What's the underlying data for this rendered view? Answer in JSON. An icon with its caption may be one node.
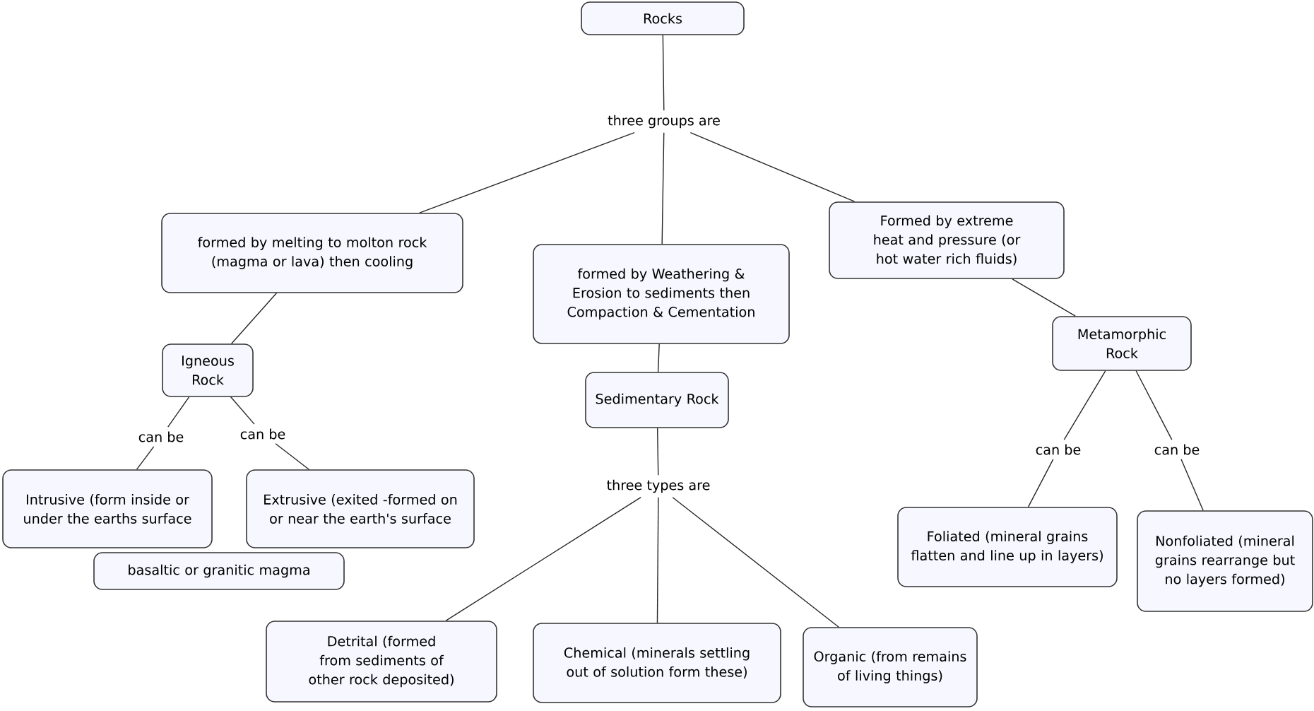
{
  "diagram": {
    "nodes": [
      {
        "text": [
          "Rocks"
        ]
      },
      {
        "text": [
          "three groups are"
        ]
      },
      {
        "text": [
          "formed by melting to molton rock (magma or lava) then cooling"
        ]
      },
      {
        "text": [
          "formed by Weathering & Erosion to sediments then Compaction & Cementation"
        ]
      },
      {
        "text": [
          "Formed by extreme heat and pressure (or hot water rich fluids)"
        ]
      },
      {
        "text": [
          "Igneous Rock"
        ]
      },
      {
        "text": [
          "Sedimentary Rock"
        ]
      },
      {
        "text": [
          "Metamorphic Rock"
        ]
      },
      {
        "text": [
          "can be"
        ]
      },
      {
        "text": [
          "can be"
        ]
      },
      {
        "text": [
          "Intrusive (form inside or under the earths surface"
        ]
      },
      {
        "text": [
          "Extrusive (exited -formed on or near the earth's surface"
        ]
      },
      {
        "text": [
          "basaltic or granitic magma"
        ]
      },
      {
        "text": [
          "three types are"
        ]
      },
      {
        "text": [
          "can be"
        ]
      },
      {
        "text": [
          "can be"
        ]
      },
      {
        "text": [
          "Detrital (formed from sediments of other rock deposited)"
        ]
      },
      {
        "text": [
          "Chemical (minerals settling out of solution form these)"
        ]
      },
      {
        "text": [
          "Organic (from remains of living things)"
        ]
      },
      {
        "text": [
          "Foliated (mineral grains flatten and line up in layers)"
        ]
      },
      {
        "text": [
          "Nonfoliated (mineral grains rearrange but no layers formed)"
        ]
      }
    ],
    "edges": [
      {
        "from": 0,
        "to": 1,
        "arrow": "none"
      },
      {
        "from": 1,
        "to": 2,
        "arrow": "none"
      },
      {
        "from": 1,
        "to": 3,
        "arrow": "none"
      },
      {
        "from": 1,
        "to": 4,
        "arrow": "none"
      },
      {
        "from": 2,
        "to": 5,
        "arrow": "none"
      },
      {
        "from": 3,
        "to": 6,
        "arrow": "none"
      },
      {
        "from": 4,
        "to": 7,
        "arrow": "none"
      },
      {
        "from": 5,
        "to": 8,
        "arrow": "none"
      },
      {
        "from": 5,
        "to": 9,
        "arrow": "none"
      },
      {
        "from": 8,
        "to": 10,
        "arrow": "none"
      },
      {
        "from": 9,
        "to": 11,
        "arrow": "none"
      },
      {
        "from": 6,
        "to": 13,
        "arrow": "none"
      },
      {
        "from": 13,
        "to": 16,
        "arrow": "none"
      },
      {
        "from": 13,
        "to": 17,
        "arrow": "none"
      },
      {
        "from": 13,
        "to": 18,
        "arrow": "none"
      },
      {
        "from": 7,
        "to": 14,
        "arrow": "none"
      },
      {
        "from": 7,
        "to": 15,
        "arrow": "none"
      },
      {
        "from": 14,
        "to": 19,
        "arrow": "none"
      },
      {
        "from": 15,
        "to": 20,
        "arrow": "none"
      }
    ]
  }
}
